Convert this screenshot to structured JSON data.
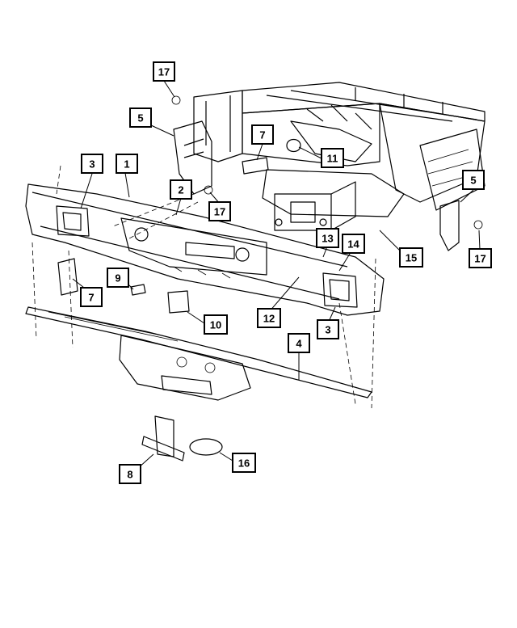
{
  "callouts": [
    {
      "id": "c17a",
      "label": "17"
    },
    {
      "id": "c5a",
      "label": "5"
    },
    {
      "id": "c7a",
      "label": "7"
    },
    {
      "id": "c11",
      "label": "11"
    },
    {
      "id": "c3a",
      "label": "3"
    },
    {
      "id": "c1",
      "label": "1"
    },
    {
      "id": "c2",
      "label": "2"
    },
    {
      "id": "c17b",
      "label": "17"
    },
    {
      "id": "c5b",
      "label": "5"
    },
    {
      "id": "c13",
      "label": "13"
    },
    {
      "id": "c14",
      "label": "14"
    },
    {
      "id": "c15",
      "label": "15"
    },
    {
      "id": "c17c",
      "label": "17"
    },
    {
      "id": "c9",
      "label": "9"
    },
    {
      "id": "c7b",
      "label": "7"
    },
    {
      "id": "c12",
      "label": "12"
    },
    {
      "id": "c3b",
      "label": "3"
    },
    {
      "id": "c10",
      "label": "10"
    },
    {
      "id": "c4",
      "label": "4"
    },
    {
      "id": "c8",
      "label": "8"
    },
    {
      "id": "c16",
      "label": "16"
    }
  ]
}
